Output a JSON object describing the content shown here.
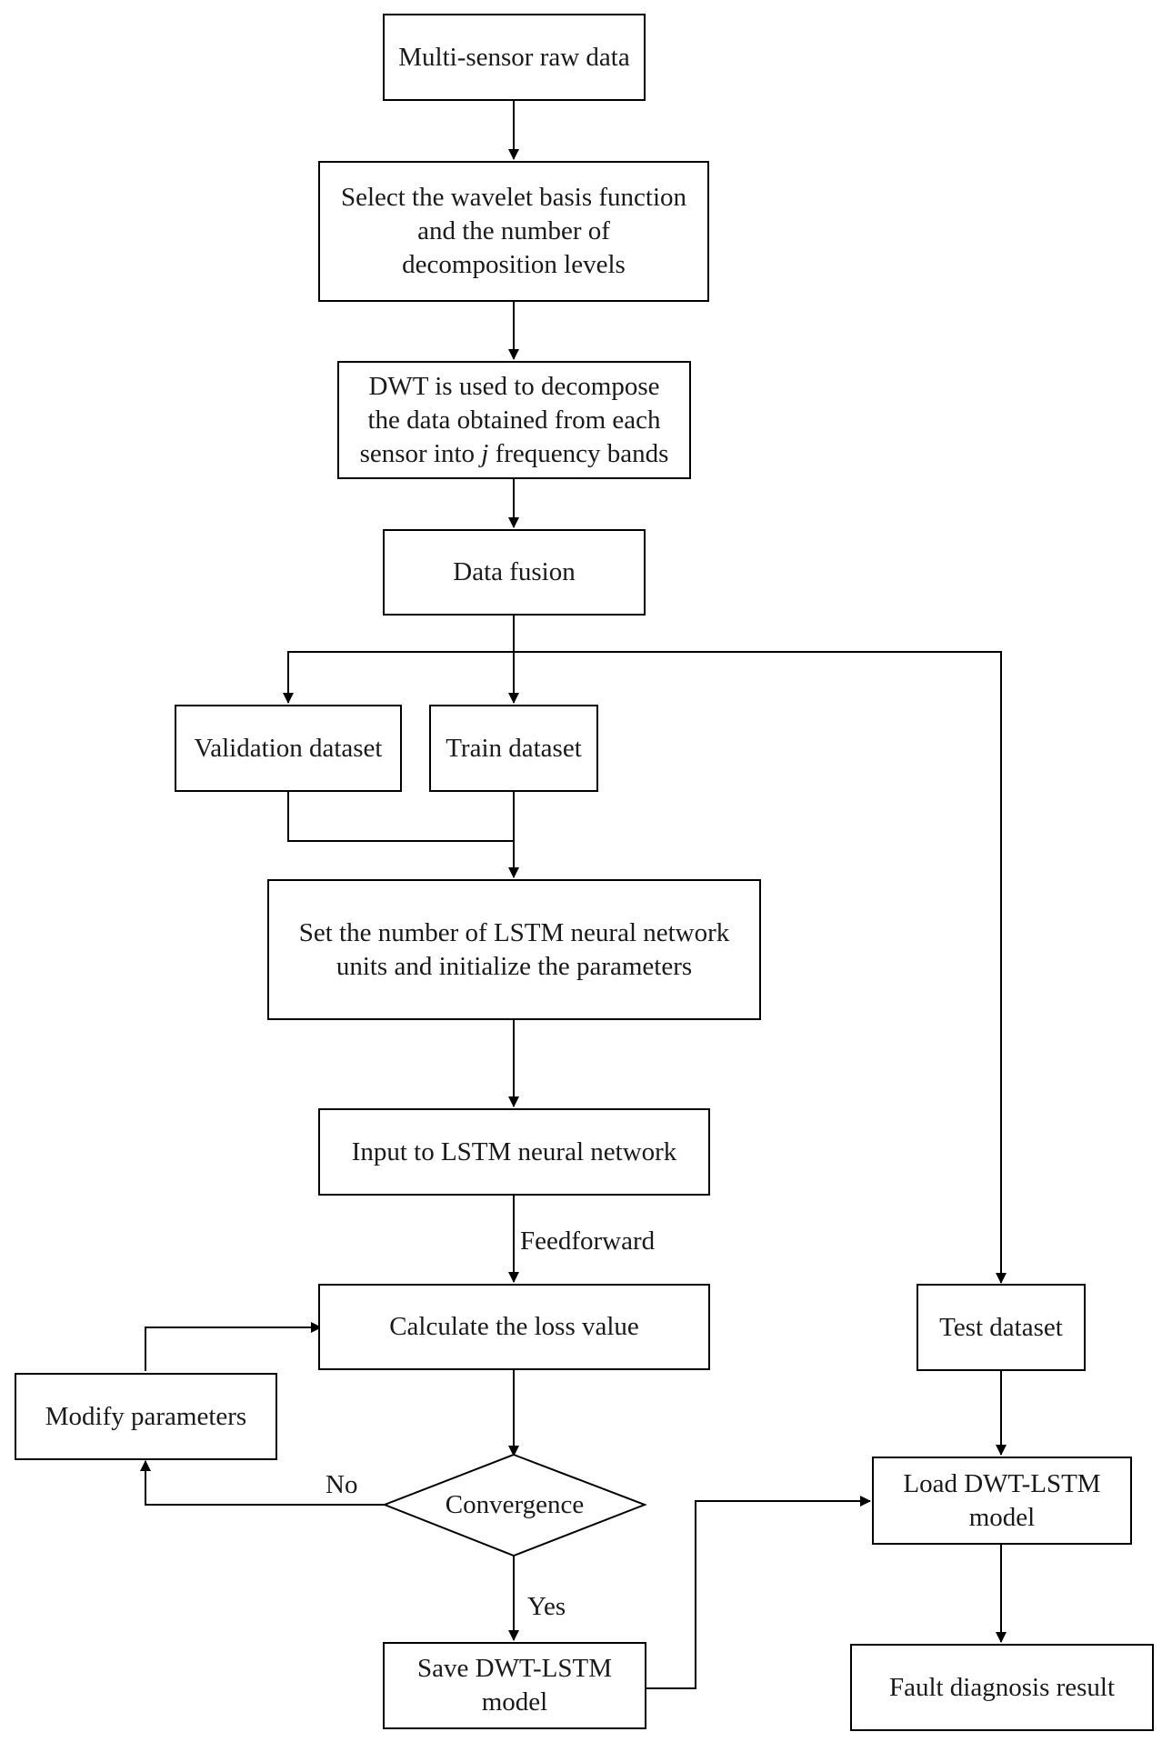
{
  "nodes": {
    "raw_data": "Multi-sensor raw data",
    "select_wavelet": [
      "Select the wavelet basis function",
      "and the number of",
      "decomposition levels"
    ],
    "dwt_decompose": {
      "line1": "DWT is used to decompose",
      "line2": "the data obtained from each",
      "line3_pre": "sensor into ",
      "line3_var": "j",
      "line3_post": " frequency bands"
    },
    "data_fusion": "Data fusion",
    "validation_dataset": "Validation dataset",
    "train_dataset": "Train dataset",
    "set_lstm": [
      "Set the number of LSTM neural network",
      "units and initialize the parameters"
    ],
    "input_lstm": "Input to LSTM neural network",
    "calc_loss": "Calculate the loss value",
    "modify_params": "Modify parameters",
    "convergence": "Convergence",
    "save_model": [
      "Save DWT-LSTM",
      "model"
    ],
    "test_dataset": "Test dataset",
    "load_model": [
      "Load DWT-LSTM",
      "model"
    ],
    "fault_result": "Fault diagnosis result"
  },
  "edge_labels": {
    "feedforward": "Feedforward",
    "no": "No",
    "yes": "Yes"
  },
  "colors": {
    "stroke": "#000000",
    "text": "#1a1a1a",
    "background": "#ffffff"
  }
}
